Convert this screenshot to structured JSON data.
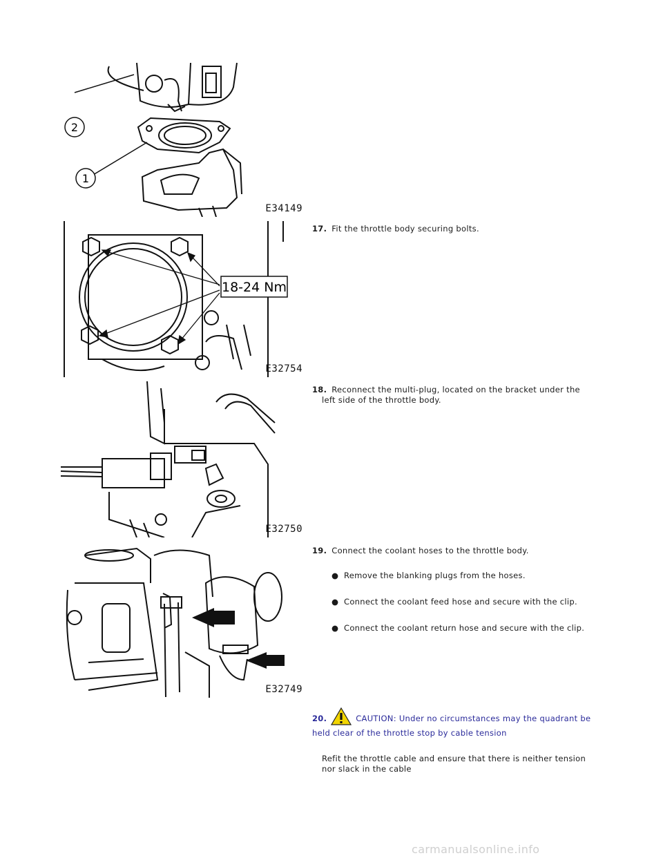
{
  "figures": [
    {
      "id": "E34149",
      "callouts": [
        "2",
        "1"
      ]
    },
    {
      "id": "E32754",
      "torque_label": "18-24 Nm"
    },
    {
      "id": "E32750"
    },
    {
      "id": "E32749"
    }
  ],
  "steps": {
    "s17": {
      "num": "17.",
      "text": "Fit the throttle body securing bolts."
    },
    "s18": {
      "num": "18.",
      "line1": "Reconnect the multi-plug, located on the bracket under the",
      "line2": "left side of the throttle body."
    },
    "s19": {
      "num": "19.",
      "text": "Connect the coolant hoses to the throttle body.",
      "bullets": [
        "Remove the blanking plugs from the hoses.",
        "Connect the coolant feed hose and secure with the clip.",
        "Connect the coolant return hose and secure with the clip."
      ]
    },
    "s20": {
      "num": "20.",
      "caution_line1": "CAUTION: Under no circumstances may the quadrant be",
      "caution_line2": "held clear of the throttle stop by cable tension",
      "refit_line1": "Refit the throttle cable and ensure that there is neither tension",
      "refit_line2": "nor slack in the cable"
    }
  },
  "footer": "carmanualsonline.info",
  "colors": {
    "caution_text": "#2a2a9a",
    "warning_icon": "#f2d500"
  }
}
